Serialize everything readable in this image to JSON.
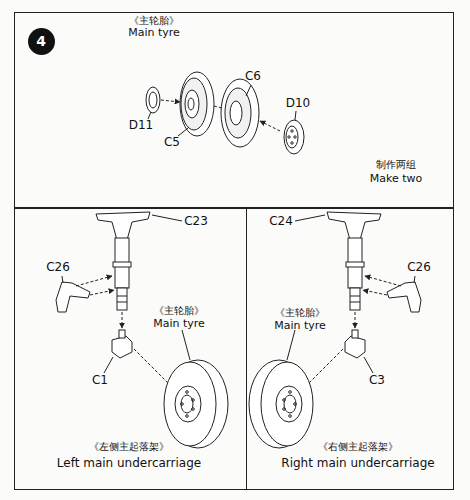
{
  "diagram": {
    "nodes": [
      {
        "text": [
          "《主轮胎》",
          "Main tyre",
          "制作两组",
          "Make two"
        ]
      },
      {
        "text": [
          "4"
        ],
        "in": 0
      },
      {
        "text": [
          "《主轮胎》",
          "Main tyre",
          "《左侧主起落架》",
          "Left main undercarriage"
        ]
      },
      {
        "text": [
          "《主轮胎》",
          "Main tyre",
          "《右侧主起落架》",
          "Right main undercarriage"
        ]
      }
    ],
    "labels": [
      "D11",
      "C5",
      "C6",
      "D10",
      "C23",
      "C26",
      "C1",
      "C24",
      "C26",
      "C3"
    ]
  }
}
